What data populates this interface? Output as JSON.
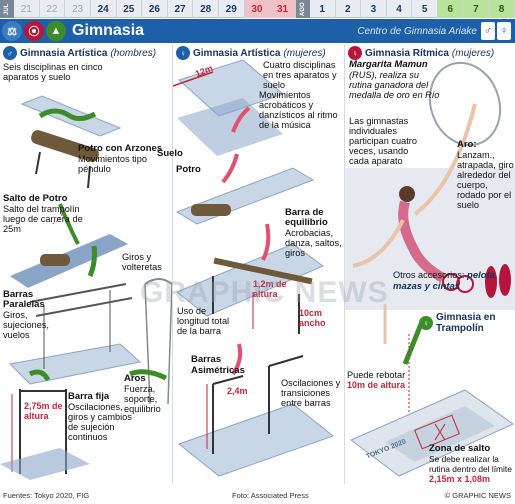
{
  "calendar": {
    "month1": "JUL",
    "month2": "AGO",
    "days_jul": [
      "21",
      "22",
      "23",
      "24",
      "25",
      "26",
      "27",
      "28",
      "29",
      "30",
      "31"
    ],
    "days_aug": [
      "1",
      "2",
      "3",
      "4",
      "5",
      "6",
      "7",
      "8"
    ]
  },
  "header": {
    "title": "Gimnasia",
    "venue": "Centro de Gimnasia Ariake"
  },
  "artistic_men": {
    "title": "Gimnasia Artística",
    "subtitle": "(hombres)",
    "intro": "Seis disciplinas en cinco aparatos y suelo",
    "pommel_label": "Potro con Arzones",
    "pommel_desc": "Movimientos tipo péndulo",
    "vault_label": "Salto de Potro",
    "vault_desc": "Salto del trampolín luego de carrera de 25m",
    "rings_note": "Giros y volteretas",
    "pbars_label": "Barras Paralelas",
    "pbars_desc": "Giros, sujeciones, vuelos",
    "hbar_label": "Barra fija",
    "hbar_desc": "Oscilaciones, giros y cambios de sujeción continuos",
    "hbar_height": "2,75m de altura",
    "rings_label": "Aros",
    "rings_desc": "Fuerza, soporte, equilibrio"
  },
  "artistic_women": {
    "title": "Gimnasia Artística",
    "subtitle": "(mujeres)",
    "floor_dim": "12m",
    "intro": "Cuatro disciplinas en tres aparatos y suelo",
    "floor_desc": "Movimientos acrobáticos y danzísticos al ritmo de la música",
    "floor_label": "Suelo",
    "vault_label": "Potro",
    "beam_label": "Barra de equilibrio",
    "beam_desc": "Acrobacias, danza, saltos, giros",
    "beam_height": "1,2m de altura",
    "beam_length": "Uso de longitud total de la barra",
    "beam_width": "10cm ancho",
    "ubars_label": "Barras Asimétricas",
    "ubars_height": "2,4m",
    "ubars_desc": "Oscilaciones y transiciones entre barras"
  },
  "rhythmic": {
    "title": "Gimnasia Rítmica",
    "subtitle": "(mujeres)",
    "athlete": "Margarita Mamun",
    "athlete_desc": "(RUS), realiza su rutina ganadora del medalla de oro en Río",
    "individual": "Las gimnastas individuales participan cuatro veces, usando cada aparato",
    "hoop_label": "Aro:",
    "hoop_desc": "Lanzam., atrapada, giro alrededor del cuerpo, rodado por el suelo",
    "other_intro": "Otros accesorios:",
    "other_items": "pelota, mazas y cintas"
  },
  "trampoline": {
    "title": "Gimnasia en Trampolín",
    "bounce": "Puede rebotar",
    "bounce_height": "10m de altura",
    "zone_label": "Zona de salto",
    "zone_desc": "Se debe realizar la rutina dentro del límite",
    "zone_dim": "2,15m x 1,08m",
    "mat_brand": "TOKYO 2020"
  },
  "footer": {
    "sources": "Fuentes: Tokyo 2020, FIG",
    "photo": "Foto: Associated Press",
    "credit": "© GRAPHIC NEWS"
  },
  "watermark": "GRAPHIC NEWS",
  "colors": {
    "header_blue": "#1d5fa8",
    "accent_red": "#c0273b",
    "highlight_pink": "#f2c1c6",
    "highlight_green": "#b9e39a",
    "apparatus_blue": "#8aa5c8",
    "gymnast_green": "#3d8c2a"
  }
}
